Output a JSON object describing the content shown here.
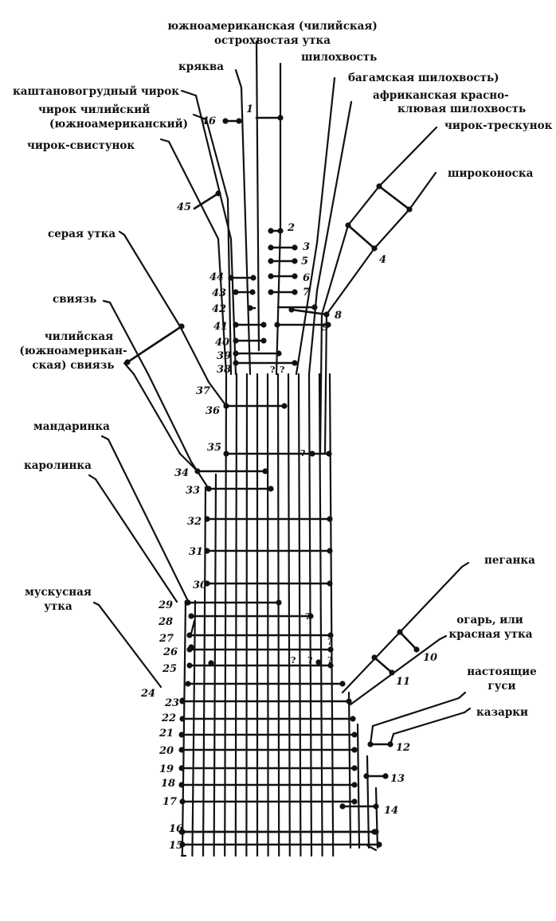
{
  "figure": {
    "labels": {
      "south_american_pintail": [
        "южноамериканская (чилийская)",
        "остроxвостая утка"
      ],
      "mallard": "кряква",
      "pintail": "шилохвость",
      "chestnut_teal": "каштановогрудный чирок",
      "bahama_pintail": "багамская   шилохвость)",
      "chilean_teal": [
        "чирок чилийский",
        "(южноамериканский)"
      ],
      "red_billed_pintail": [
        "африканская красно-",
        "клювая шилохвость"
      ],
      "green_winged_teal": "чирок-свистунок",
      "garganey": "чирок-трескунок",
      "shoveler": "широконоска",
      "gadwall": "серая утка",
      "wigeon": "свиязь",
      "chiloe_wigeon": [
        "чилийская",
        "(южноамерикан-",
        "ская) свиязь"
      ],
      "mandarin": "мандаринка",
      "wood_duck": "каролинка",
      "shelduck": "пеганка",
      "ruddy_shelduck": [
        "огарь, или",
        "красная утка"
      ],
      "muscovy": [
        "мускусная",
        "утка"
      ],
      "true_geese": [
        "настоящие",
        "гуси"
      ],
      "brent_geese": "казарки"
    },
    "character_numbers": [
      "1",
      "2",
      "3",
      "4",
      "5",
      "6",
      "7",
      "8",
      "9",
      "10",
      "11",
      "12",
      "13",
      "14",
      "15",
      "16",
      "17",
      "18",
      "19",
      "20",
      "21",
      "22",
      "23",
      "24",
      "25",
      "26",
      "27",
      "28",
      "29",
      "30",
      "31",
      "32",
      "33",
      "34",
      "35",
      "36",
      "37",
      "38",
      "39",
      "40",
      "41",
      "42",
      "43",
      "44",
      "45",
      "46"
    ],
    "uncertain_mark": "?"
  }
}
